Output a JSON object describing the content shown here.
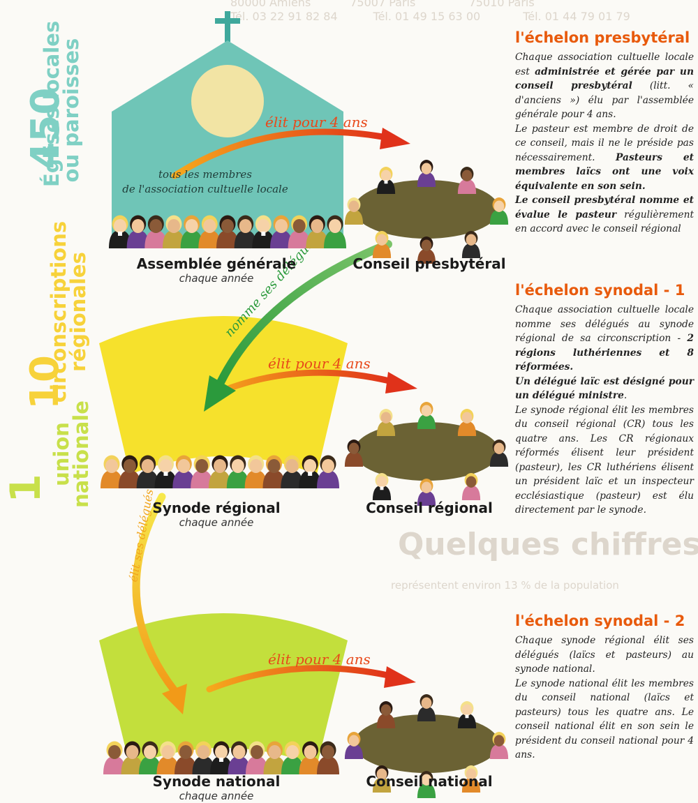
{
  "levels": [
    {
      "count": "450",
      "name_line1": "Églises locales",
      "name_line2": "ou paroisses",
      "left_label": "Assemblée générale",
      "left_sub": "chaque année",
      "right_label": "Conseil presbytéral",
      "arrow_label": "élit pour 4 ans",
      "inner_text_line1": "tous les membres",
      "inner_text_line2": "de l'association cultuelle locale",
      "color": "#6fc5b7"
    },
    {
      "count": "10",
      "name_line1": "circonscriptions",
      "name_line2": "régionales",
      "left_label": "Synode régional",
      "left_sub": "chaque année",
      "right_label": "Conseil régional",
      "arrow_label": "élit pour 4 ans",
      "color": "#f6de2a"
    },
    {
      "count": "1",
      "name_line1": "union",
      "name_line2": "nationale",
      "left_label": "Synode national",
      "left_sub": "chaque année",
      "right_label": "Conseil national",
      "arrow_label": "élit pour 4 ans",
      "color": "#c3df3c"
    }
  ],
  "connectors": {
    "nomme_label": "nomme ses délégués",
    "elit_delegues_label": "élit ses délégués"
  },
  "panels": [
    {
      "title": "l'échelon presbytéral",
      "p1_a": "Chaque association cultuelle locale est ",
      "p1_b": "administrée et gérée par un conseil presbytéral",
      "p1_c": " (litt. « d'anciens ») élu par l'assemblée générale pour 4 ans.",
      "p2_a": "Le pasteur est membre de droit de ce conseil, mais il ne le préside pas nécessairement. ",
      "p2_b": "Pasteurs et membres laïcs ont une voix équivalente en son sein.",
      "p3_a": "Le conseil presbytéral nomme et évalue le pasteur",
      "p3_b": " régulièrement en accord avec le conseil régional"
    },
    {
      "title": "l'échelon synodal - 1",
      "p1_a": "Chaque association cultuelle locale nomme ses délégués au synode régional de sa circonscription - ",
      "p1_b": "2 régions luthériennes et 8 réformées.",
      "p2_a": "Un délégué laïc est désigné pour un délégué ministre",
      "p2_b": ".",
      "p3_a": "Le synode régional élit les membres du conseil régional (CR) tous les quatre ans. Les CR régionaux réformés élisent leur président (pasteur), les CR luthériens élisent un président laïc et un inspecteur ecclésiastique (pasteur) est élu directement par le synode."
    },
    {
      "title": "l'échelon synodal - 2",
      "p1_a": "Chaque synode régional élit ses délégués (laïcs et pasteurs) au synode national.",
      "p2_a": "Le synode national élit les membres du conseil national (laïcs et pasteurs) tous les quatre ans. Le conseil national élit en son sein le président du conseil national pour 4 ans."
    }
  ],
  "colors": {
    "title": "#e85a0c",
    "count": "#7fd0c4",
    "name": "#7fd0c4",
    "count2": "#f7d23a",
    "name2": "#f7d23a",
    "count3": "#c8e04a",
    "name3": "#c8e04a",
    "elit_arrow": "#e8491a",
    "nomme_arrow": "#3aa141",
    "delegues_arrow": "#f1a51e",
    "table": "#6b6234"
  }
}
